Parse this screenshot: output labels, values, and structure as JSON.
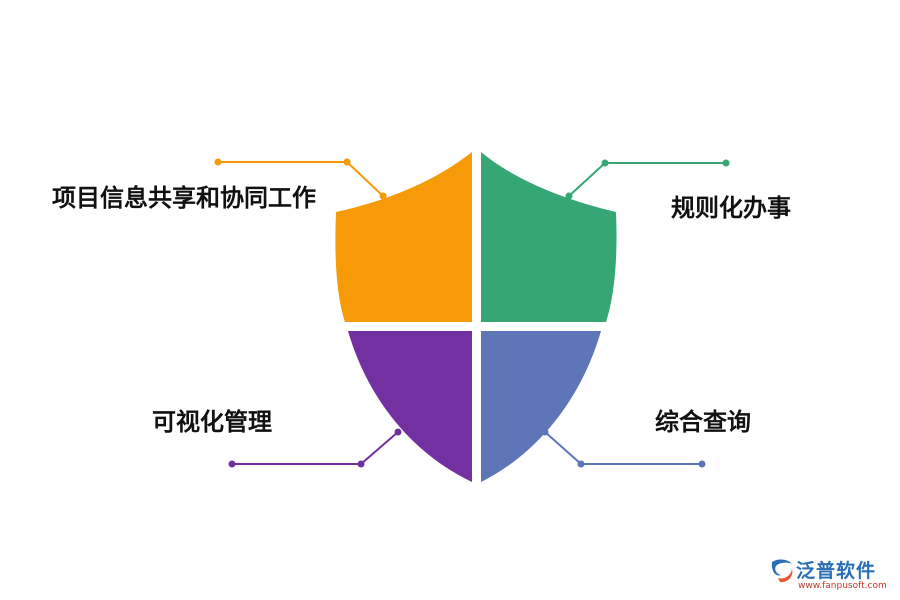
{
  "diagram": {
    "quadrants": [
      {
        "id": "top-left",
        "label": "项目信息共享和协同工作",
        "color": "#f79a08"
      },
      {
        "id": "top-right",
        "label": "规则化办事",
        "color": "#36a774"
      },
      {
        "id": "bottom-left",
        "label": "可视化管理",
        "color": "#7330a0"
      },
      {
        "id": "bottom-right",
        "label": "综合查询",
        "color": "#5e75b8"
      }
    ]
  },
  "logo": {
    "name": "泛普软件",
    "url": "www.fanpusoft.com",
    "color": "#2a6fb5",
    "accent": "#e8532b"
  }
}
